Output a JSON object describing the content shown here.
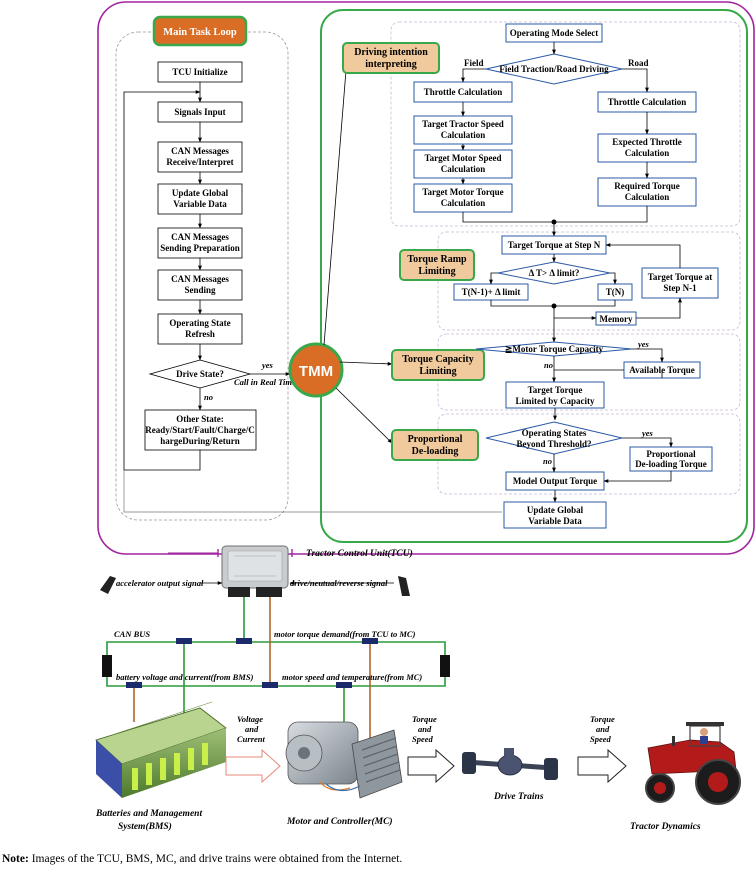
{
  "main_loop": {
    "title": "Main Task Loop",
    "tcu_initialize": "TCU Initialize",
    "signals_input": "Signals Input",
    "can_receive": [
      "CAN Messages",
      "Receive/Interpret"
    ],
    "update_global": [
      "Update Global",
      "Variable Data"
    ],
    "can_prep": [
      "CAN Messages",
      "Sending Preparation"
    ],
    "can_sending": [
      "CAN Messages",
      "Sending"
    ],
    "state_refresh": [
      "Operating State",
      "Refresh"
    ],
    "drive_state": "Drive State?",
    "yes": "yes",
    "no": "no",
    "call_realtime": "Call  in Real Time",
    "other_state": [
      "Other State:",
      "Ready/Start/Fault/Charge/C",
      "hargeDuring/Return"
    ]
  },
  "tmm": {
    "label": "TMM",
    "colors": {
      "fill": "#d96d25",
      "stroke": "#39a84a",
      "label_fill": "#f0c99c"
    }
  },
  "driving_intention": {
    "label": [
      "Driving intention",
      "interpreting"
    ],
    "operating_mode": "Operating Mode Select",
    "field_road": "Field Traction/Road Driving",
    "field": "Field",
    "road": "Road",
    "throttle_calc_field": "Throttle Calculation",
    "target_tractor_speed": [
      "Target Tractor Speed",
      "Calculation"
    ],
    "target_motor_speed": [
      "Target Motor Speed",
      "Calculation"
    ],
    "target_motor_torque": [
      "Target Motor Torque",
      "Calculation"
    ],
    "throttle_calc_road": "Throttle Calculation",
    "expected_throttle": [
      "Expected Throttle",
      "Calculation"
    ],
    "required_torque": [
      "Required Torque",
      "Calculation"
    ]
  },
  "torque_ramp": {
    "label": [
      "Torque Ramp",
      "Limiting"
    ],
    "target_step_n": "Target Torque at Step N",
    "delta_check": "Δ T> Δ limit?",
    "tn1_limit": "T(N-1)+ Δ limit",
    "tn": "T(N)",
    "target_step_n1": [
      "Target Torque at",
      "Step N-1"
    ],
    "memory": "Memory"
  },
  "torque_capacity": {
    "label": [
      "Torque Capacity",
      "Limiting"
    ],
    "check": "≧Motor Torque Capacity",
    "yes": "yes",
    "no": "no",
    "available": "Available Torque",
    "limited": [
      "Target Torque",
      "Limited by Capacity"
    ]
  },
  "proportional": {
    "label": [
      "Proportional",
      "De-loading"
    ],
    "check": [
      "Operating States",
      "Beyond Threshold?"
    ],
    "yes": "yes",
    "no": "no",
    "deloading": [
      "Proportional",
      "De-loading Torque"
    ],
    "model_output": "Model Output Torque",
    "update_global": [
      "Update Global",
      "Variable Data"
    ]
  },
  "hardware": {
    "tcu_label": "Tractor Control Unit(TCU)",
    "accelerator": "accelerator output signal",
    "drive_signal": "drive/neutual/reverse signal",
    "can_bus": "CAN  BUS",
    "motor_demand": "motor torque demand(from TCU to MC)",
    "battery_vc": "battery voltage and current(from BMS)",
    "motor_speed_temp": "motor speed and temperature(from MC)",
    "voltage_current": [
      "Voltage",
      "and",
      "Current"
    ],
    "torque_speed_1": [
      "Torque",
      "and",
      "Speed"
    ],
    "torque_speed_2": [
      "Torque",
      "and",
      "Speed"
    ],
    "bms_label": [
      "Batteries and Management",
      "System(BMS)"
    ],
    "mc_label": "Motor and Controller(MC)",
    "drive_trains": "Drive Trains",
    "tractor_dynamics": "Tractor Dynamics"
  },
  "note": {
    "prefix": "Note:",
    "text": " Images of the TCU, BMS, MC, and drive trains were obtained from the Internet."
  },
  "colors": {
    "outer_frame": "#a2249e",
    "green_frame": "#39a84a",
    "box_blue": "#2b5aa7",
    "bus_green": "#2a9a3a",
    "bus_orange": "#b0662a",
    "navy": "#1b2a6b"
  }
}
